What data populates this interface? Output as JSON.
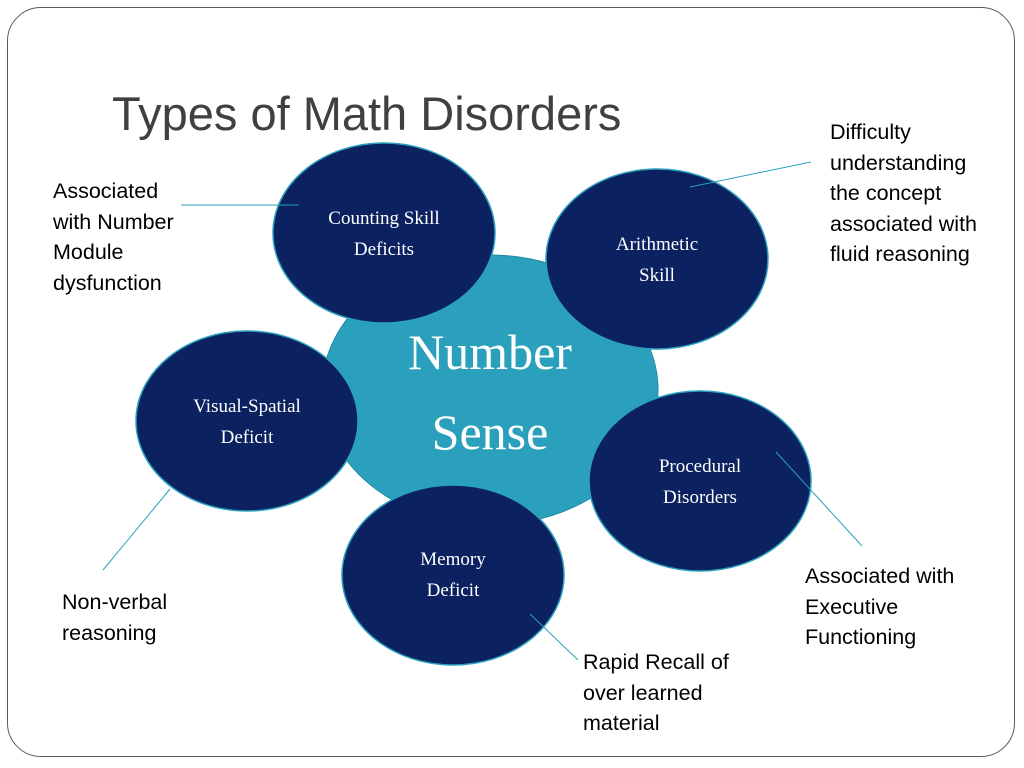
{
  "slide": {
    "title": "Types of Math Disorders"
  },
  "center": {
    "label": "Number\nSense"
  },
  "nodes": [
    {
      "id": "counting",
      "label": "Counting Skill\nDeficits"
    },
    {
      "id": "arithmetic",
      "label": "Arithmetic\nSkill"
    },
    {
      "id": "visual-spatial",
      "label": "Visual-Spatial\nDeficit"
    },
    {
      "id": "procedural",
      "label": "Procedural\nDisorders"
    },
    {
      "id": "memory",
      "label": "Memory\nDeficit"
    }
  ],
  "annotations": {
    "counting": "Associated\nwith Number\nModule\ndysfunction",
    "arithmetic": "Difficulty\nunderstanding\nthe concept\nassociated with\nfluid reasoning",
    "visual_spatial": "Non-verbal\nreasoning",
    "procedural": "Associated with\nExecutive\nFunctioning",
    "memory": "Rapid Recall of\nover learned\nmaterial"
  },
  "colors": {
    "center_fill": "#2aa0bd",
    "node_fill": "#0b2160",
    "node_stroke": "#2aa0bd",
    "connector": "#2aa0bd",
    "title_text": "#404040"
  }
}
